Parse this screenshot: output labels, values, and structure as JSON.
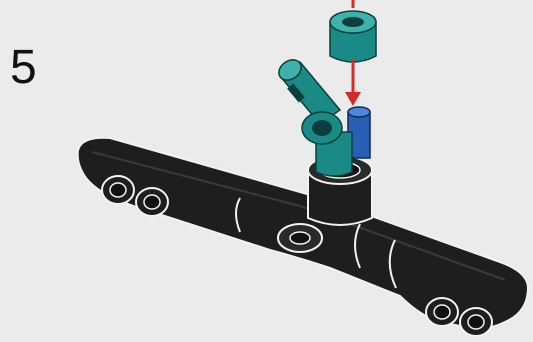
{
  "step": {
    "number": "5"
  },
  "colors": {
    "background": "#ebebeb",
    "beam_dark": "#1e1e1e",
    "beam_outline": "#f2f2f2",
    "connector_teal": "#1a8a86",
    "connector_teal_light": "#3fb0aa",
    "pin_blue": "#2a5fb5",
    "arrow_red": "#d42a2a"
  },
  "parts": [
    {
      "name": "beam",
      "color": "dark grey"
    },
    {
      "name": "angled-connector",
      "color": "teal"
    },
    {
      "name": "bushing",
      "color": "teal"
    },
    {
      "name": "axle-pin",
      "color": "blue"
    },
    {
      "name": "insert-arrow",
      "color": "red"
    }
  ]
}
